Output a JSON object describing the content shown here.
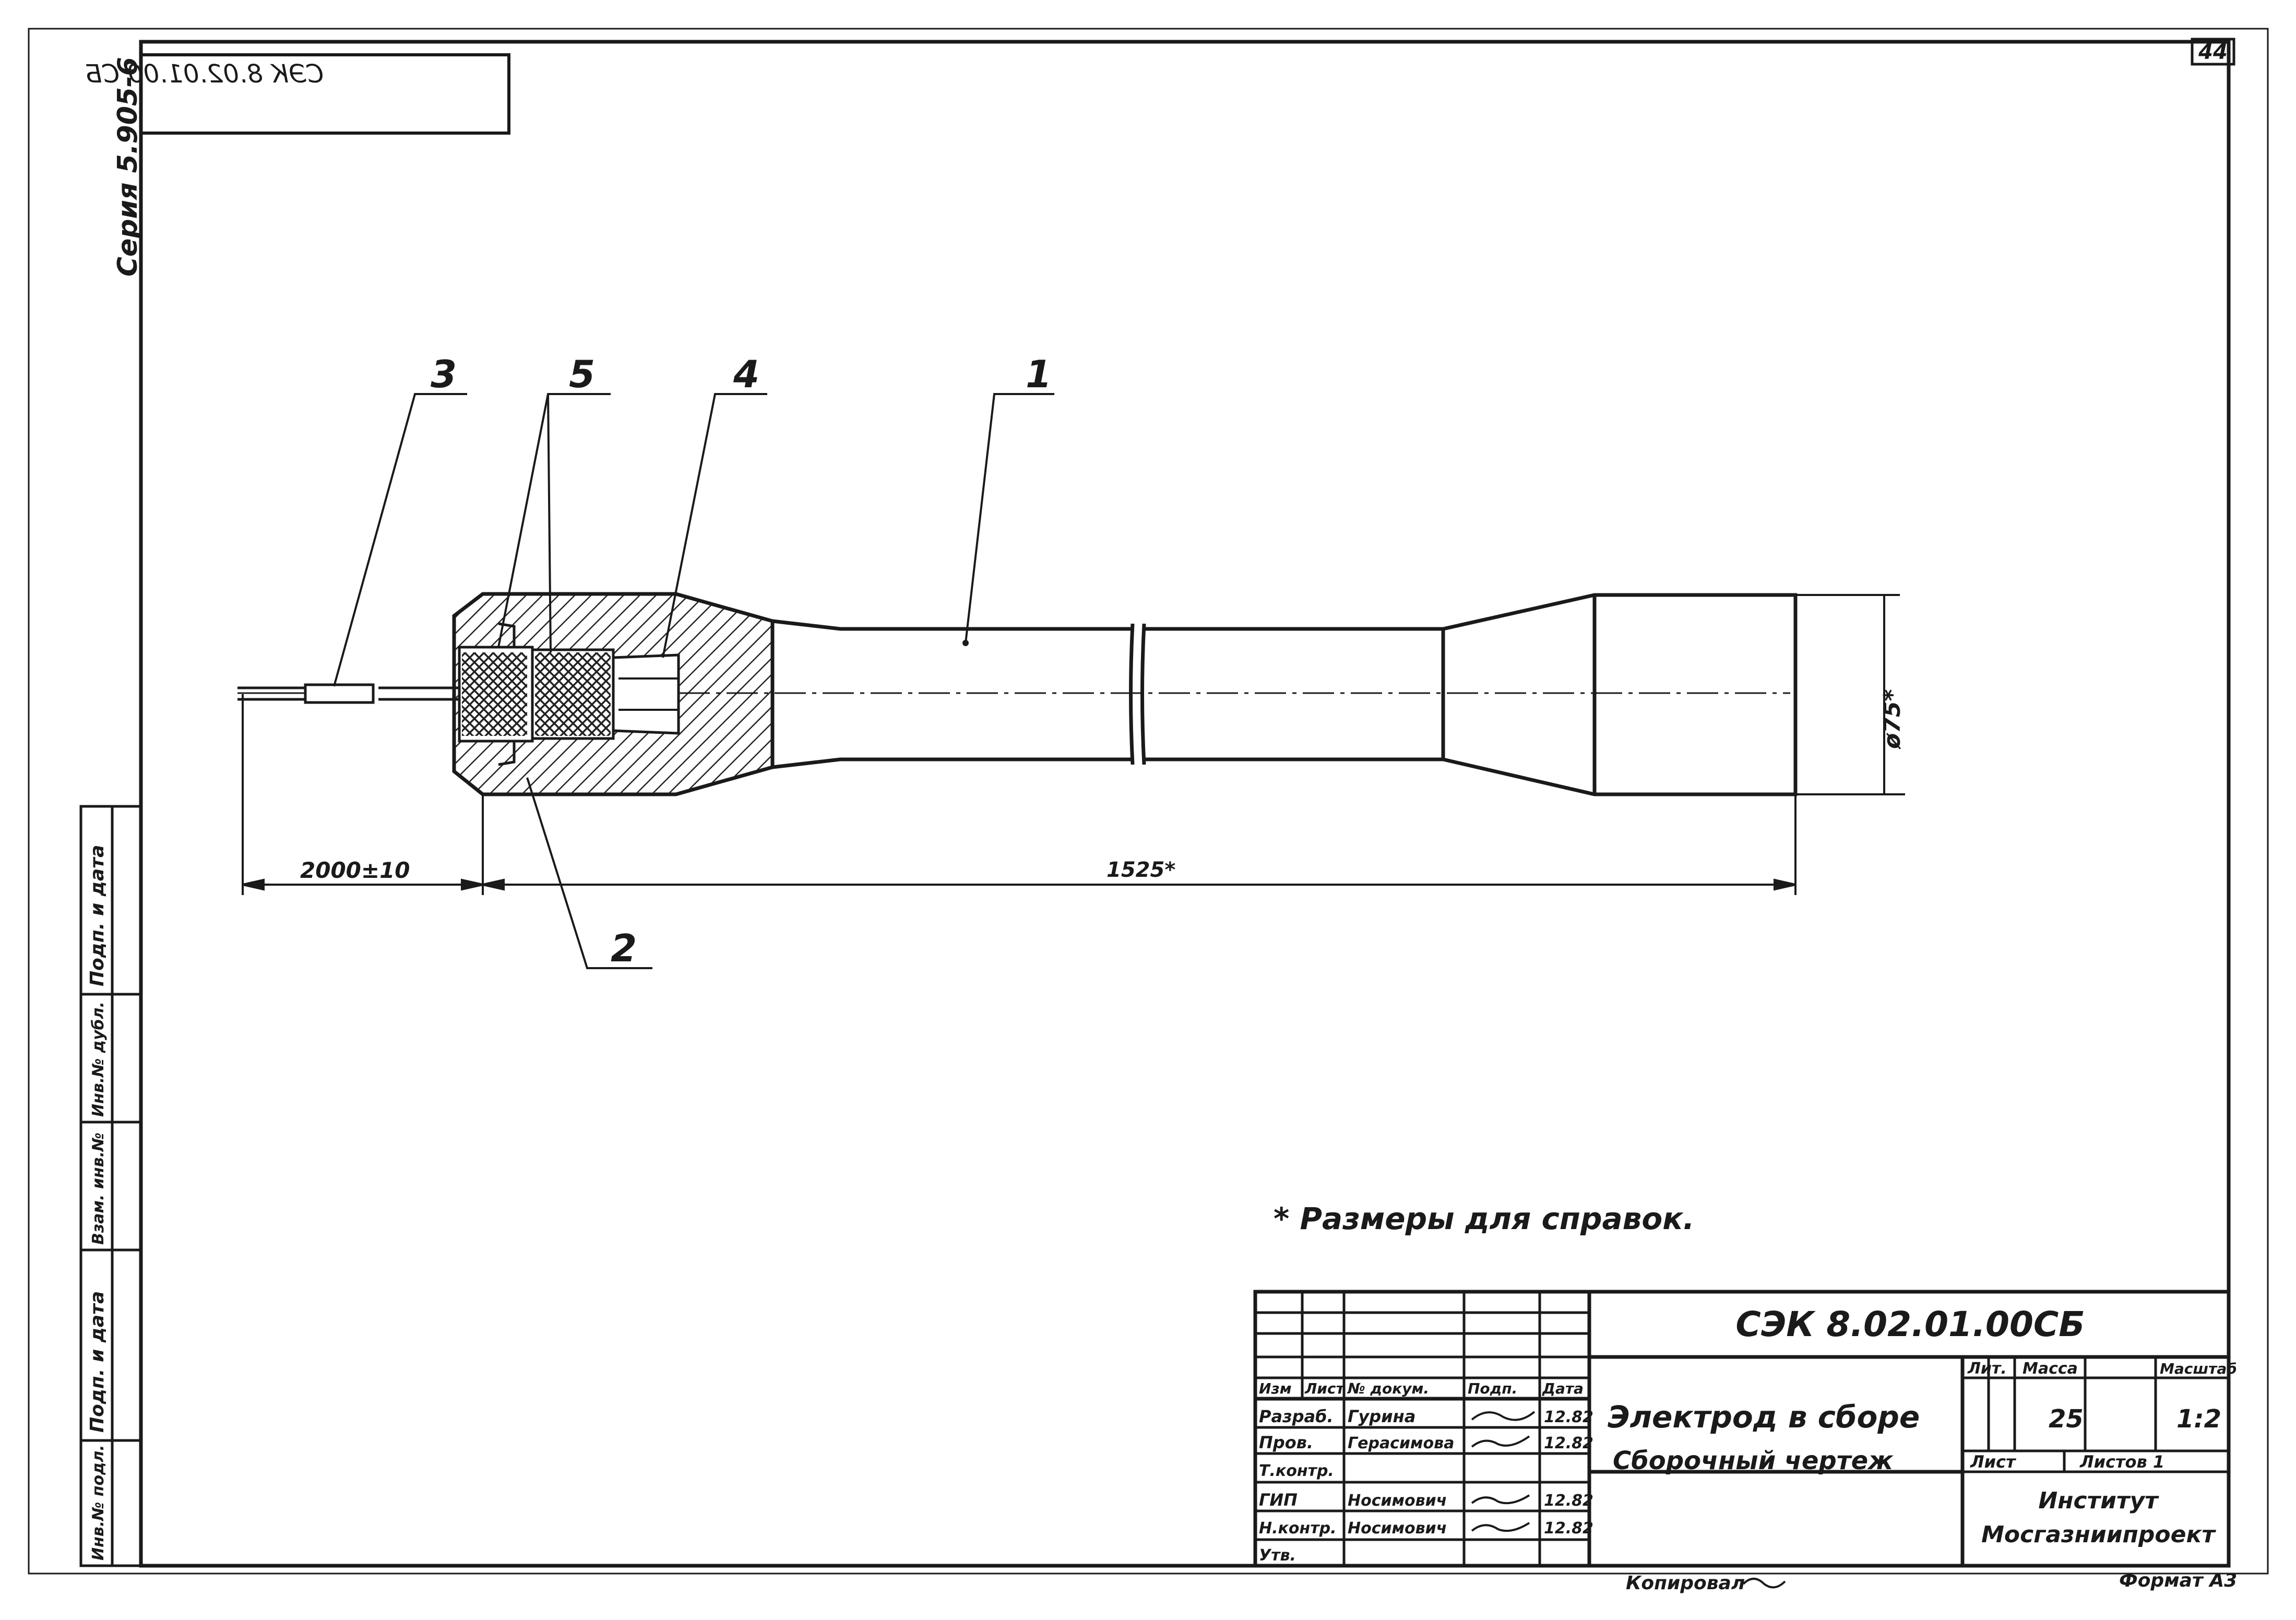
{
  "sheet": {
    "page_number": "44",
    "series_label": "Серия 5.905-6",
    "mirrored_code": "СЭК 8.02.01.00 СБ",
    "format": "Формат А3",
    "copied_by": "Копировал"
  },
  "drawing": {
    "callouts": [
      "1",
      "2",
      "3",
      "4",
      "5"
    ],
    "dimensions": {
      "cable_length": "2000±10",
      "body_length": "1525*",
      "diameter": "ø75*"
    },
    "note": "* Размеры для справок."
  },
  "side_stamp": {
    "fields": [
      "Инв.№ подл.",
      "Подп. и дата",
      "Взам. инв.№",
      "Инв.№ дубл.",
      "Подп. и дата"
    ]
  },
  "title_block": {
    "doc_code": "СЭК 8.02.01.00СБ",
    "title_line1": "Электрод в сборе",
    "title_line2": "Сборочный чертеж",
    "headers": {
      "izm": "Изм",
      "list": "Лист",
      "doc_no": "№ докум.",
      "podp": "Подп.",
      "data": "Дата"
    },
    "rows": [
      {
        "role": "Разраб.",
        "name": "Гурина",
        "date": "12.82"
      },
      {
        "role": "Пров.",
        "name": "Герасимова",
        "date": "12.82"
      },
      {
        "role": "Т.контр.",
        "name": "",
        "date": ""
      },
      {
        "role": "ГИП",
        "name": "Носимович",
        "date": "12.82"
      },
      {
        "role": "Н.контр.",
        "name": "Носимович",
        "date": "12.82"
      },
      {
        "role": "Утв.",
        "name": "",
        "date": ""
      }
    ],
    "lit_label": "Лит.",
    "mass_label": "Масса",
    "scale_label": "Масштаб",
    "mass": "25",
    "scale": "1:2",
    "sheet_label": "Лист",
    "sheets_label": "Листов 1",
    "org_line1": "Институт",
    "org_line2": "Мосгазниипроект"
  }
}
